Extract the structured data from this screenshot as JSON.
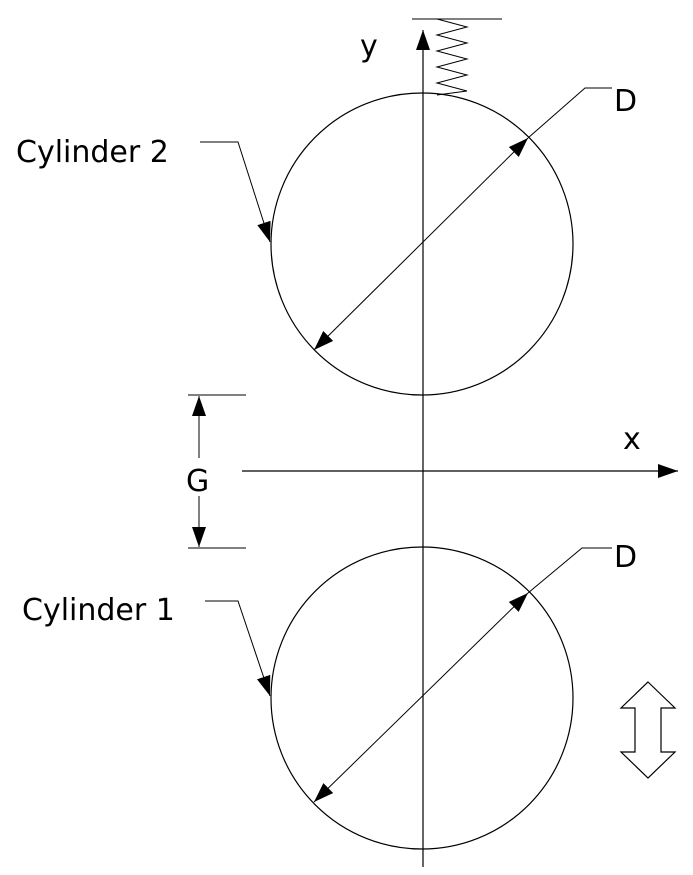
{
  "diagram": {
    "axes": {
      "x_label": "x",
      "y_label": "y"
    },
    "cylinder_top": {
      "label": "Cylinder 2",
      "diameter_label": "D"
    },
    "cylinder_bottom": {
      "label": "Cylinder 1",
      "diameter_label": "D"
    },
    "gap_label": "G"
  },
  "colors": {
    "line": "#000000",
    "background": "#ffffff"
  },
  "icons": [
    "spring-icon",
    "double-arrow-icon"
  ]
}
